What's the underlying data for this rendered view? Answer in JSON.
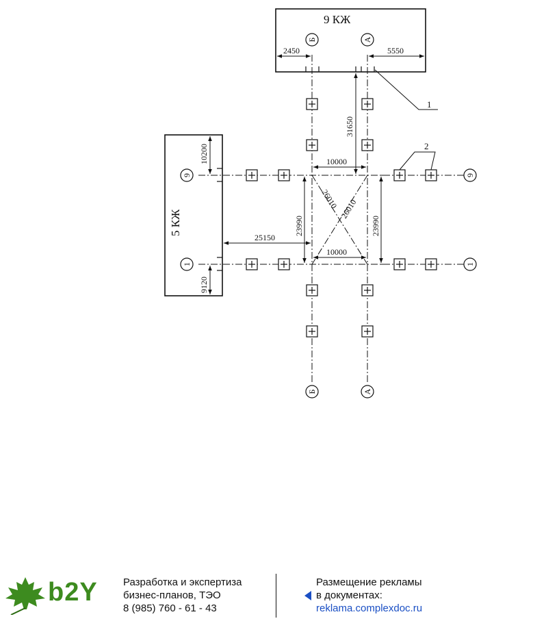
{
  "blocks": {
    "top": "9 КЖ",
    "left": "5 КЖ"
  },
  "axes": {
    "b": "Б",
    "a": "А",
    "nine": "9",
    "one": "1"
  },
  "dims": {
    "d2450": "2450",
    "d5550": "5550",
    "d31650": "31650",
    "d10000_top": "10000",
    "d10200": "10200",
    "d26010_a": "26010",
    "d26010_b": "26010",
    "d23990_l": "23990",
    "d23990_r": "23990",
    "d25150": "25150",
    "d10000_bot": "10000",
    "d9120": "9120"
  },
  "callouts": {
    "one": "1",
    "two": "2"
  },
  "ad": {
    "brand": "b2Y",
    "left_line1": "Разработка и экспертиза",
    "left_line2": "бизнес-планов, ТЭО",
    "left_line3": "8 (985) 760 - 61 - 43",
    "right_line1": "Размещение рекламы",
    "right_line2": "в документах:",
    "right_line3": "reklama.complexdoc.ru"
  },
  "colors": {
    "line": "#111111",
    "brand_green": "#3d8b1f",
    "link_blue": "#1a4fc4"
  }
}
